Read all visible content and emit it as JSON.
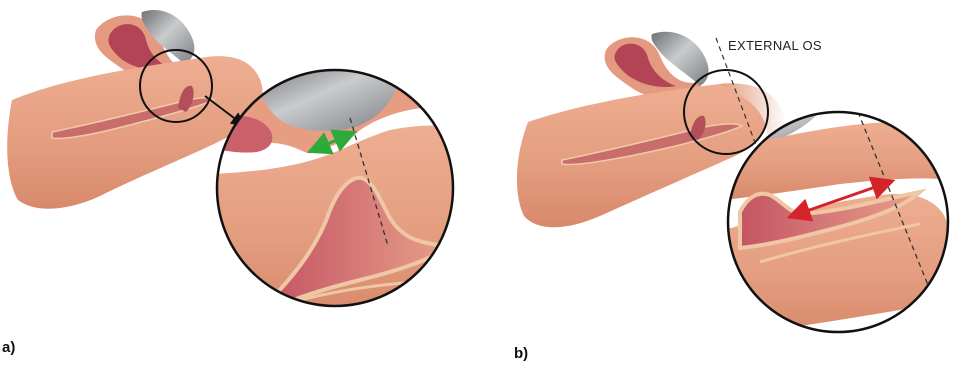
{
  "panels": [
    {
      "label": "a)"
    },
    {
      "label": "b)",
      "annotation": "EXTERNAL OS"
    }
  ],
  "colors": {
    "tissue": "#e8a084",
    "tissue_dark": "#c47a68",
    "canal": "#d98b83",
    "canal_dark": "#b44f5a",
    "membrane": "#f0c9a8",
    "probe": "#9a9ca0",
    "outline": "#111111",
    "arrow_a": "#2eaa3a",
    "arrow_b": "#d4232b"
  }
}
